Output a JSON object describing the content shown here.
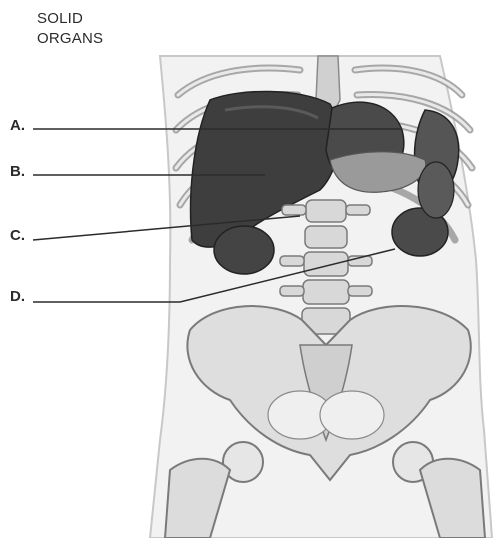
{
  "title": {
    "line1": "SOLID",
    "line2": "ORGANS"
  },
  "labels": {
    "a": "A.",
    "b": "B.",
    "c": "C.",
    "d": "D."
  },
  "colors": {
    "organ_dark": "#3a3a3a",
    "organ_mid": "#5e5e5e",
    "bone": "#d6d6d6",
    "bone_outline": "#7a7a7a",
    "body": "#f0f0f0",
    "leader_line": "#2b2b2b"
  }
}
